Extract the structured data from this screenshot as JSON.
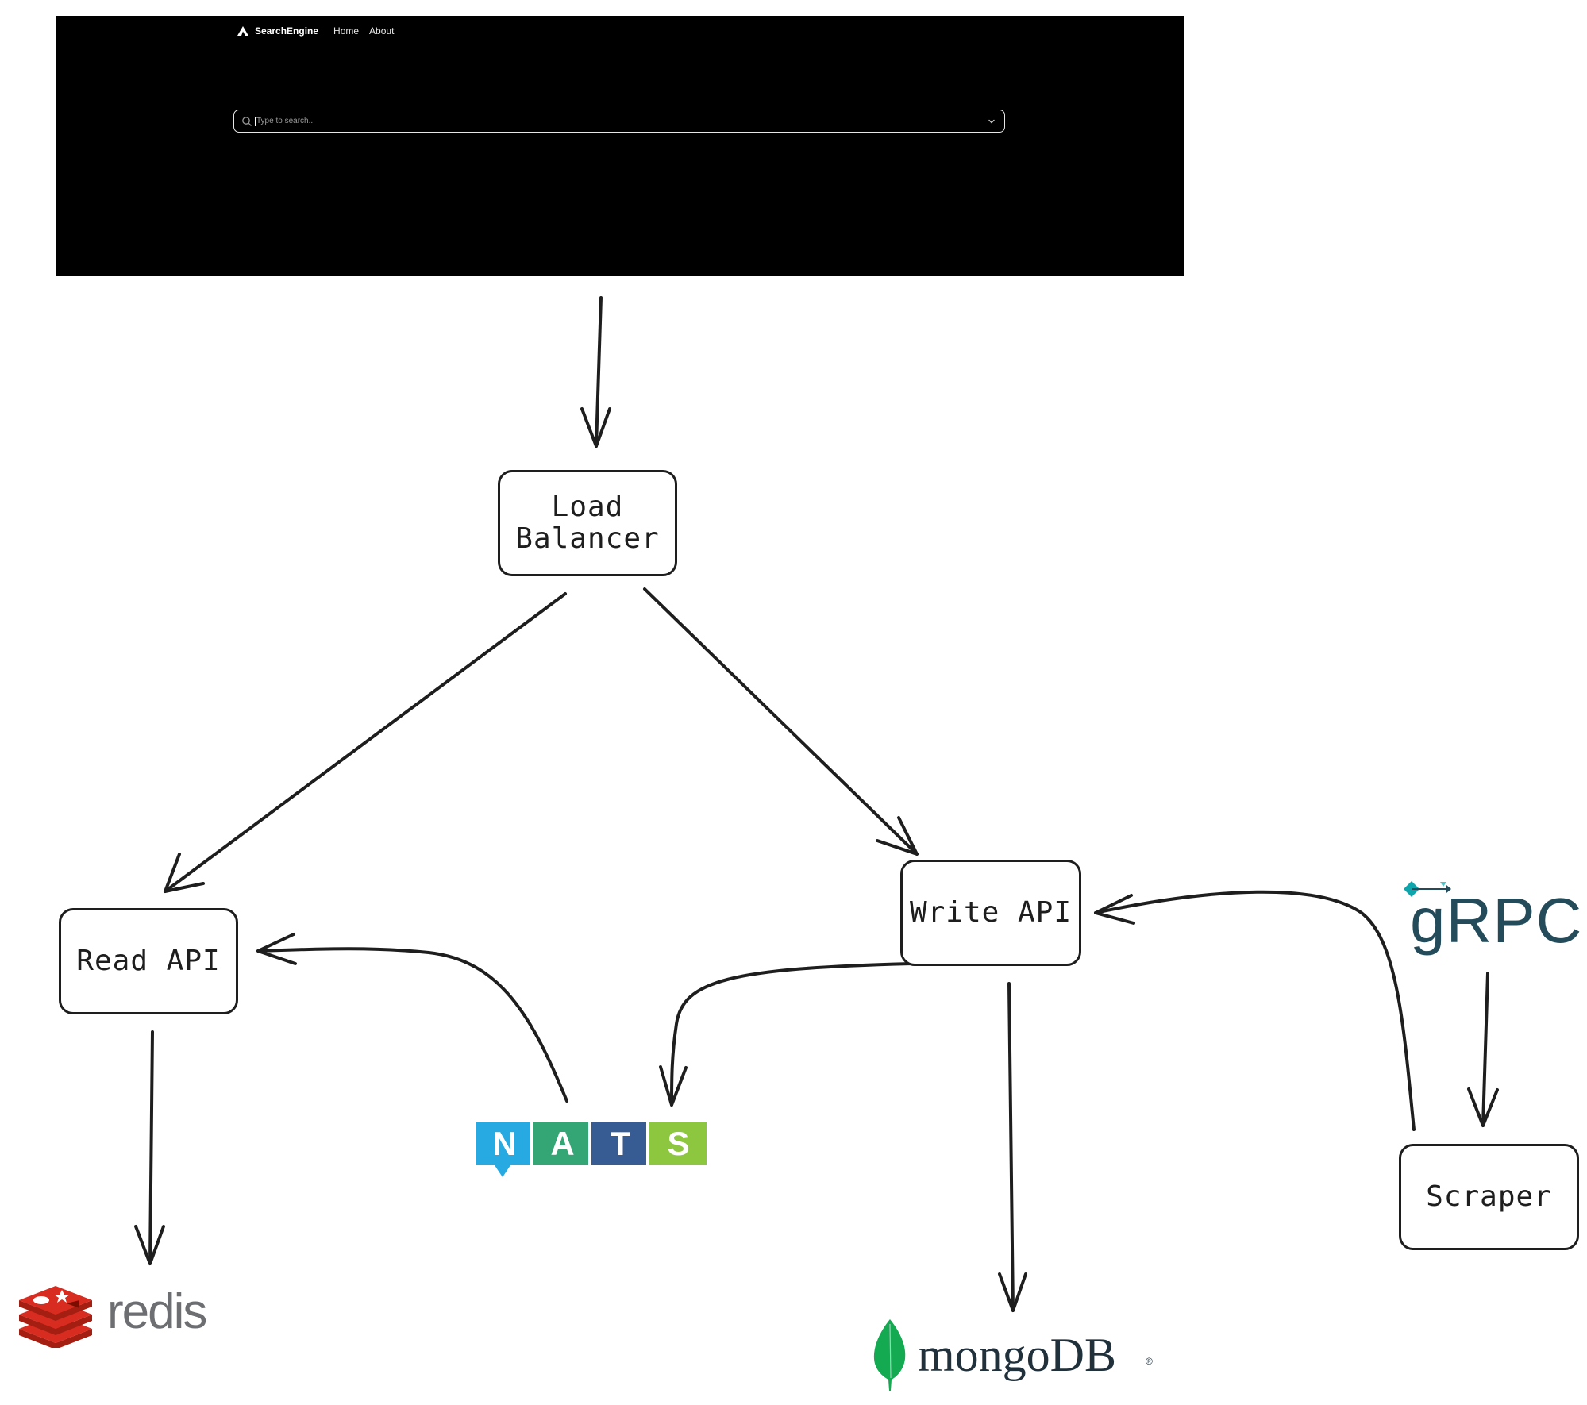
{
  "app_screenshot": {
    "brand": "SearchEngine",
    "nav": [
      "Home",
      "About"
    ],
    "search": {
      "placeholder": "Type to search...",
      "value": ""
    }
  },
  "diagram": {
    "nodes": {
      "load_balancer": "Load\nBalancer",
      "read_api": "Read API",
      "write_api": "Write API",
      "scraper": "Scraper"
    },
    "logos": {
      "nats": [
        "N",
        "A",
        "T",
        "S"
      ],
      "redis": "redis",
      "mongodb": "mongoDB",
      "mongodb_mark": "®",
      "grpc": "gRPC"
    },
    "colors": {
      "stroke": "#1e1e1e",
      "nats": [
        "#27AAE1",
        "#34A574",
        "#375C93",
        "#8DC63F"
      ],
      "redis": "#D82C20",
      "redis_text": "#6D6E71",
      "mongodb_leaf": "#13AA52",
      "mongodb_text": "#21313C",
      "grpc": "#244B5A",
      "grpc_accent": "#0FA5AC"
    }
  }
}
